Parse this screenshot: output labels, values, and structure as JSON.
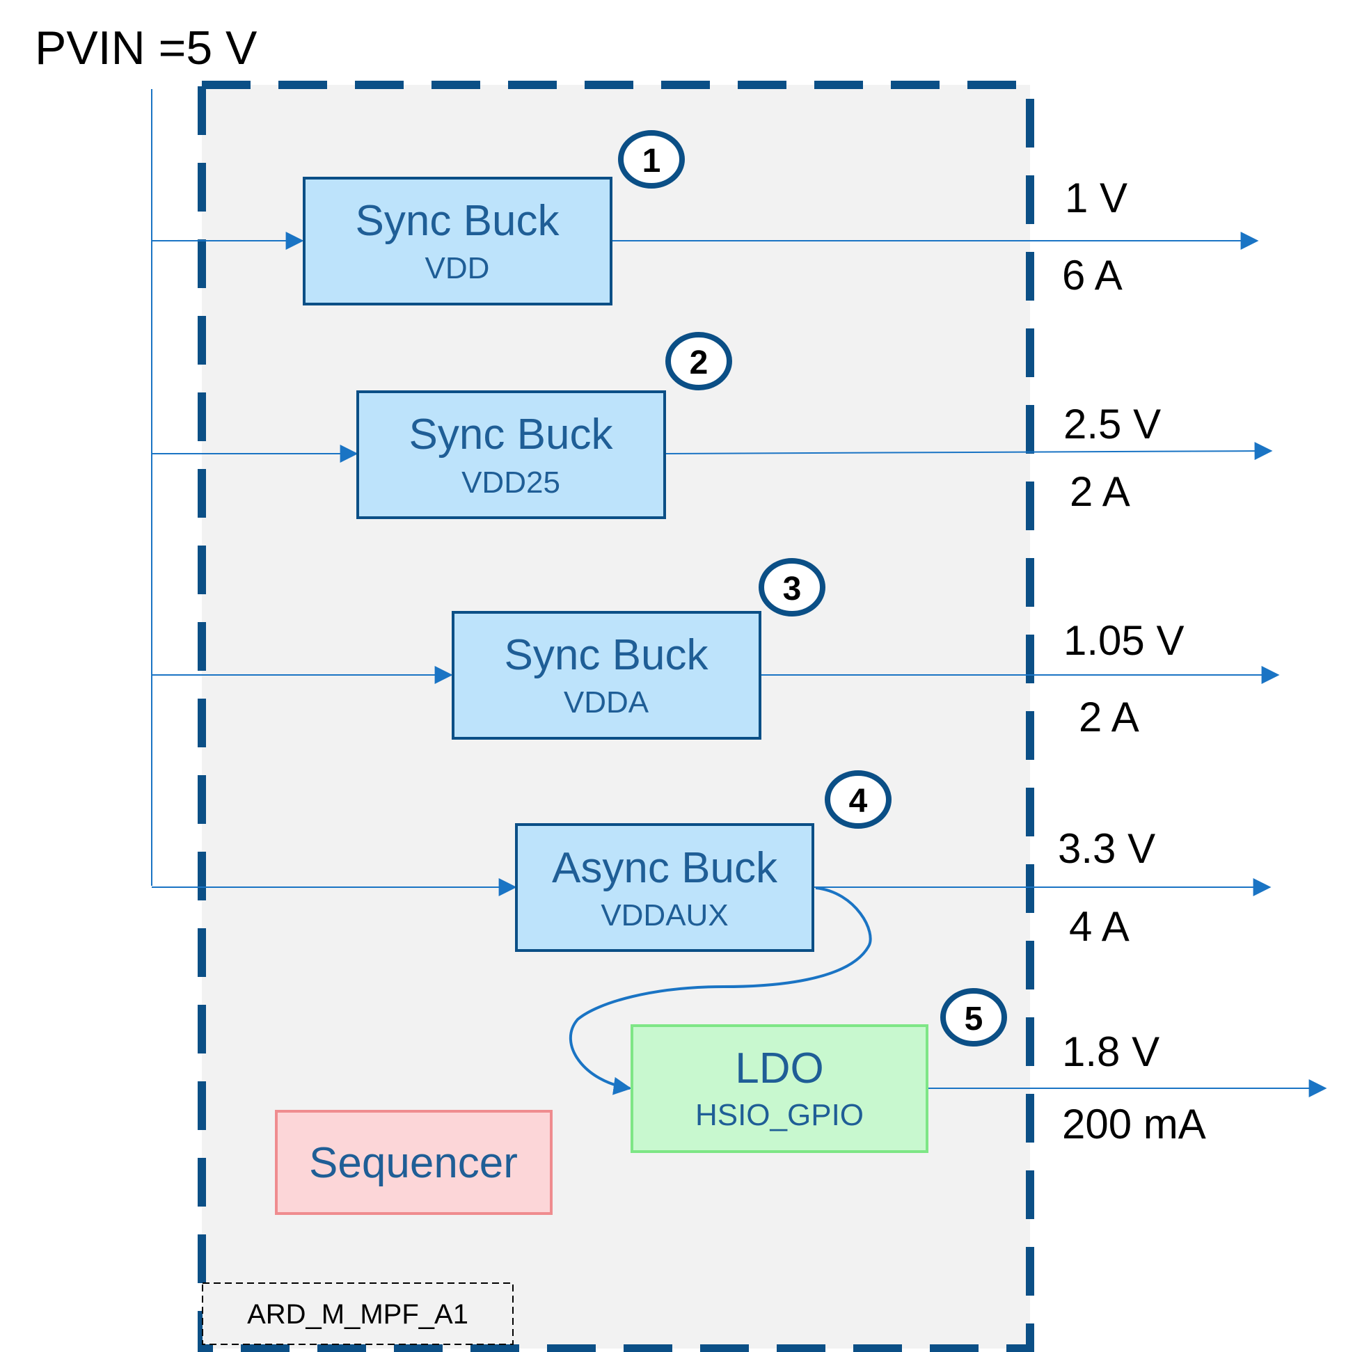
{
  "input": {
    "label": "PVIN =5 V"
  },
  "module": {
    "label": "ARD_M_MPF_A1"
  },
  "colors": {
    "border": "#0b4f86",
    "wire": "#1a74c4",
    "block_text": "#1f5e96",
    "buck_fill": "#bde3fb",
    "buck_stroke": "#0b4f86",
    "ldo_fill": "#c8f8cf",
    "ldo_stroke": "#7ee686",
    "seq_fill": "#fcd6d8",
    "seq_stroke": "#ef8c8f",
    "panel_fill": "#f2f2f2"
  },
  "blocks": [
    {
      "id": "vdd",
      "title": "Sync Buck",
      "sub": "VDD",
      "number": "1",
      "voltage": "1 V",
      "current": "6 A"
    },
    {
      "id": "vdd25",
      "title": "Sync Buck",
      "sub": "VDD25",
      "number": "2",
      "voltage": "2.5 V",
      "current": "2 A"
    },
    {
      "id": "vdda",
      "title": "Sync Buck",
      "sub": "VDDA",
      "number": "3",
      "voltage": "1.05 V",
      "current": "2 A"
    },
    {
      "id": "vddaux",
      "title": "Async Buck",
      "sub": "VDDAUX",
      "number": "4",
      "voltage": "3.3 V",
      "current": "4 A"
    },
    {
      "id": "hsio",
      "title": "LDO",
      "sub": "HSIO_GPIO",
      "number": "5",
      "voltage": "1.8 V",
      "current": "200 mA"
    }
  ],
  "sequencer": {
    "label": "Sequencer"
  }
}
